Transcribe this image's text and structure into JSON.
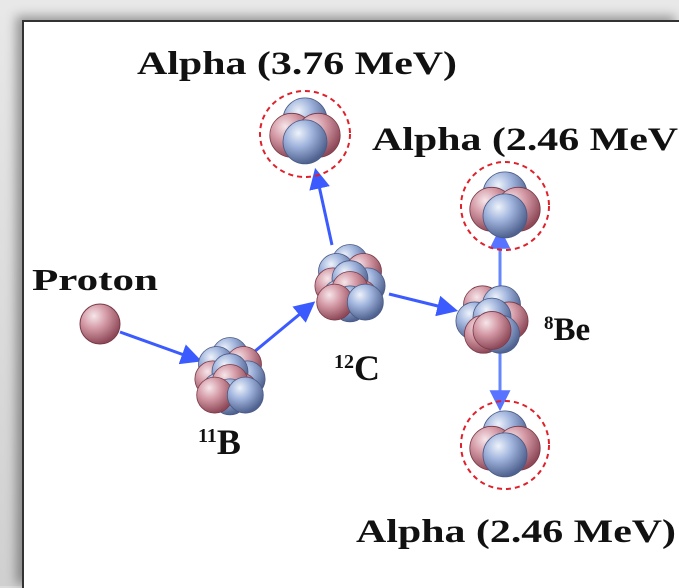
{
  "labels": {
    "alpha_top": "Alpha (3.76 MeV)",
    "alpha_upper_right": "Alpha (2.46 MeV)",
    "alpha_bottom": "Alpha (2.46 MeV)",
    "proton": "Proton",
    "boron": {
      "mass": "11",
      "symbol": "B"
    },
    "carbon": {
      "mass": "12",
      "symbol": "C"
    },
    "beryllium": {
      "mass": "8",
      "symbol": "Be"
    }
  },
  "colors": {
    "arrow": "#3b5bff",
    "proton_red": "#c98a96",
    "neutron_blue": "#8fa6d6",
    "ring": "#e0202a"
  }
}
